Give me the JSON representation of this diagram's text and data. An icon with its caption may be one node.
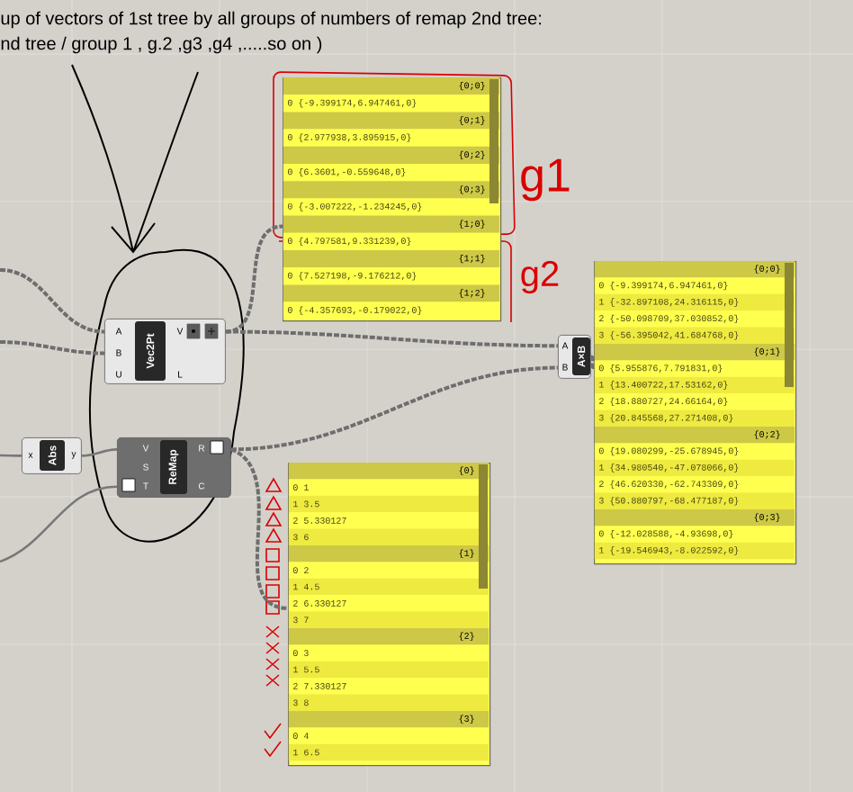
{
  "diagram": {
    "nodes": [
      {
        "text": [
          "{0;0}",
          "0 {-9.399174,6.947461,0}",
          "{0;1}",
          "0 {2.977938,3.895915,0}",
          "{0;2}",
          "0 {6.3601,-0.559648,0}",
          "{0;3}",
          "0 {-3.007222,-1.234245,0}",
          "{1;0}",
          "0 {4.797581,9.331239,0}",
          "{1;1}",
          "0 {7.527198,-9.176212,0}",
          "{1;2}",
          "0 {-4.357693,-0.179022,0}"
        ]
      },
      {
        "text": [
          "A",
          "B",
          "U",
          "Vec2Pt",
          "V",
          "L"
        ]
      },
      {
        "text": [
          "x",
          "Abs",
          "y"
        ]
      },
      {
        "text": [
          "V",
          "S",
          "T",
          "ReMap",
          "R",
          "C"
        ]
      },
      {
        "text": [
          "A",
          "B",
          "A×B"
        ]
      },
      {
        "text": [
          "{0}",
          "0 1",
          "1 3.5",
          "2 5.330127",
          "3 6",
          "{1}",
          "0 2",
          "1 4.5",
          "2 6.330127",
          "3 7",
          "{2}",
          "0 3",
          "1 5.5",
          "2 7.330127",
          "3 8",
          "{3}",
          "0 4",
          "1 6.5"
        ]
      },
      {
        "text": [
          "{0;0}",
          "0 {-9.399174,6.947461,0}",
          "1 {-32.897108,24.316115,0}",
          "2 {-50.098709,37.030852,0}",
          "3 {-56.395042,41.684768,0}",
          "{0;1}",
          "0 {5.955876,7.791831,0}",
          "1 {13.400722,17.53162,0}",
          "2 {18.880727,24.66164,0}",
          "3 {20.845568,27.271408,0}",
          "{0;2}",
          "0 {19.080299,-25.678945,0}",
          "1 {34.980540,-47.078066,0}",
          "2 {46.620330,-62.743309,0}",
          "3 {50.880797,-68.477187,0}",
          "{0;3}",
          "0 {-12.028588,-4.93698,0}",
          "1 {-19.546943,-8.022592,0}"
        ]
      }
    ],
    "edges": [
      {
        "from": null,
        "to": 1,
        "arrow": "none",
        "style": "dashed"
      },
      {
        "from": null,
        "to": 1,
        "arrow": "none",
        "style": "dashed"
      },
      {
        "from": 1,
        "to": 0,
        "arrow": "none",
        "style": "dashed"
      },
      {
        "from": 1,
        "to": 4,
        "arrow": "none",
        "style": "dashed"
      },
      {
        "from": null,
        "to": 2,
        "arrow": "none"
      },
      {
        "from": 2,
        "to": 3,
        "arrow": "none"
      },
      {
        "from": null,
        "to": 3,
        "arrow": "none"
      },
      {
        "from": 3,
        "to": 4,
        "arrow": "none",
        "style": "dashed"
      },
      {
        "from": 3,
        "to": 5,
        "arrow": "none",
        "style": "dashed"
      },
      {
        "from": 4,
        "to": 6,
        "arrow": "none",
        "style": "dashed"
      }
    ],
    "labels": [
      "up of vectors of 1st tree by all groups of numbers of remap 2nd tree:",
      "nd tree / group 1 , g.2 ,g3 ,g4 ,.....so on )",
      "g1",
      "g2"
    ]
  }
}
